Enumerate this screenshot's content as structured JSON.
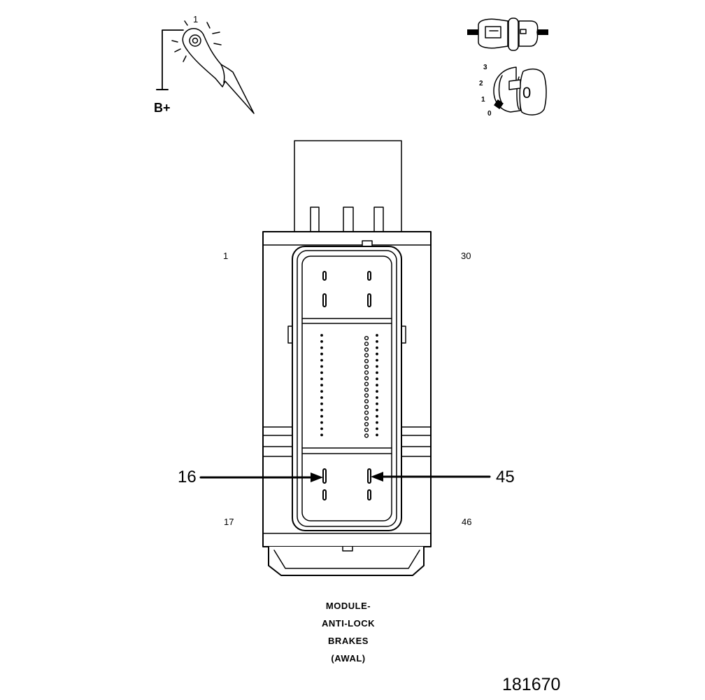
{
  "probe": {
    "pin_label": "1",
    "supply_label": "B+"
  },
  "key_switch": {
    "positions": [
      "3",
      "2",
      "1",
      "0"
    ],
    "key_glyph": "0"
  },
  "connector": {
    "corner_pins": {
      "top_left": "1",
      "top_right": "30",
      "bottom_left": "17",
      "bottom_right": "46"
    },
    "callouts": {
      "left": "16",
      "right": "45"
    }
  },
  "caption": [
    "MODULE-",
    "ANTI-LOCK",
    "BRAKES",
    "(AWAL)"
  ],
  "figure_number": "181670"
}
